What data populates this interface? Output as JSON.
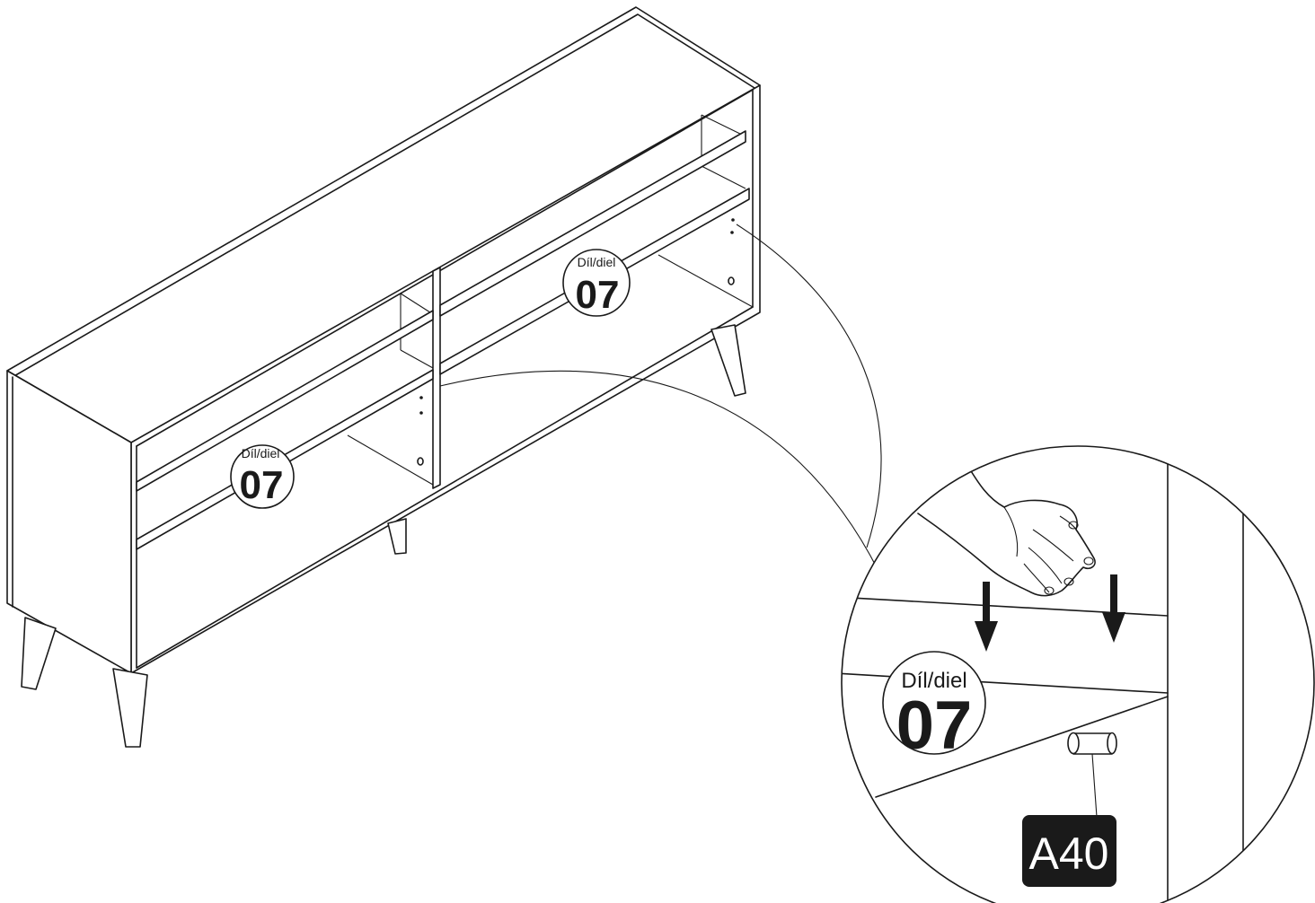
{
  "part_label": {
    "prefix": "Díl/diel",
    "number": "07"
  },
  "fitting_code": "A40",
  "colors": {
    "line": "#1a1a1a",
    "background": "#ffffff",
    "code_badge": "#1a1a1a"
  }
}
